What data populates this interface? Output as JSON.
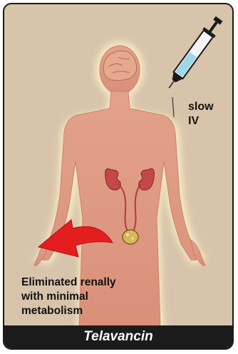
{
  "route_label": "slow\nIV",
  "elimination_label": "Eliminated renally\nwith minimal\nmetabolism",
  "drug_name": "Telavancin",
  "colors": {
    "background": "#d8c4ab",
    "body_fill": "#e09a82",
    "body_glow": "#fbefc8",
    "kidney": "#c44848",
    "arrow": "#e41e1e",
    "footer": "#1b1b1b",
    "syringe_fluid": "#9ed6ea"
  },
  "icons": [
    "syringe-icon",
    "human-body-icon",
    "kidney-icon",
    "bladder-icon",
    "curved-arrow-icon"
  ]
}
